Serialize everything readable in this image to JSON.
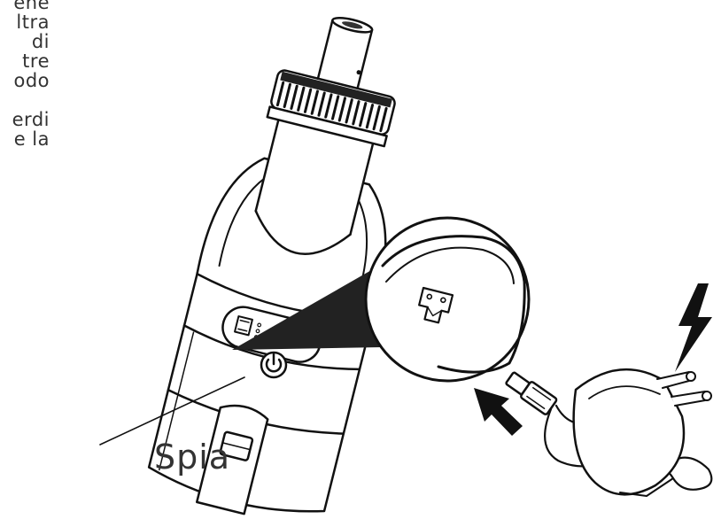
{
  "side_text_lines": [
    "ene",
    "ltra",
    "di",
    "tre",
    "odo",
    "",
    "erdi",
    "e la"
  ],
  "callout_label": "Spia",
  "icons": [
    "plug-icon",
    "power-icon",
    "lightning-icon",
    "arrow-icon",
    "charger-icon",
    "device-body"
  ],
  "colors": {
    "line": "#111111",
    "fill": "#ffffff",
    "hatch": "#555555"
  }
}
